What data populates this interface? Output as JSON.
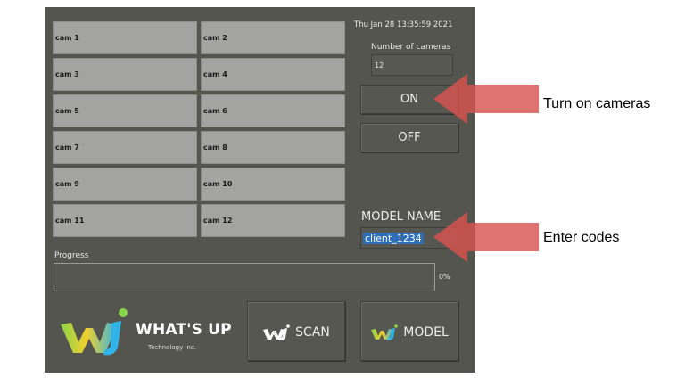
{
  "app": {
    "cameras": [
      "cam 1",
      "cam 2",
      "cam 3",
      "cam 4",
      "cam 5",
      "cam 6",
      "cam 7",
      "cam 8",
      "cam 9",
      "cam 10",
      "cam 11",
      "cam 12"
    ],
    "timestamp": "Thu Jan 28 13:35:59 2021",
    "number_of_cameras": {
      "label": "Number of cameras",
      "value": "12"
    },
    "on_button": "ON",
    "off_button": "OFF",
    "model_name": {
      "label": "MODEL NAME",
      "value": "client_1234"
    },
    "progress": {
      "label": "Progress",
      "percent_text": "0%",
      "fraction": 0.0
    },
    "logo": {
      "text": "WHAT'S UP",
      "sub": "Technology Inc."
    },
    "scan_button": "SCAN",
    "model_button": "MODEL"
  },
  "annotations": {
    "turn_on": "Turn on cameras",
    "enter_codes": "Enter codes"
  },
  "colors": {
    "panel": "#555550",
    "camera_tile": "#a3a3a1",
    "arrow": "#d9534f",
    "selection": "#2e6db8"
  }
}
